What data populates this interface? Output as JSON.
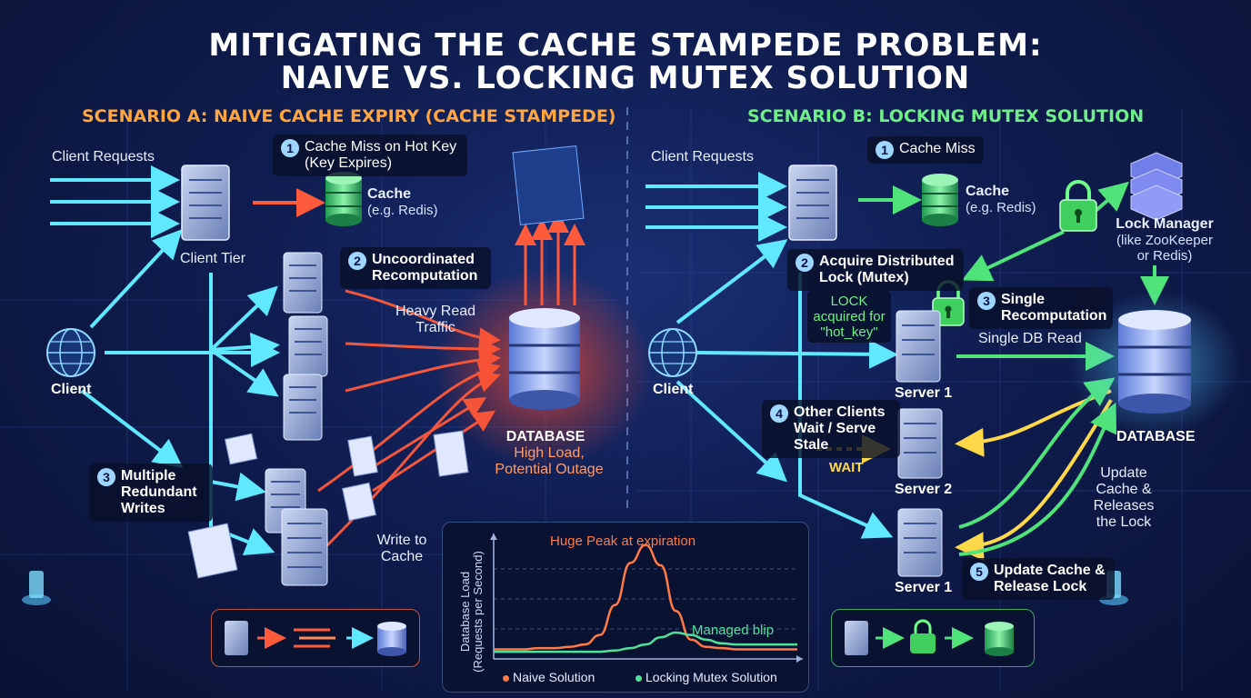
{
  "header": {
    "title_line1": "Mitigating the Cache Stampede Problem:",
    "title_line2": "Naive vs. Locking Mutex Solution"
  },
  "scenario_a": {
    "heading": "Scenario A: Naive Cache Expiry (Cache Stampede)",
    "client_requests": "Client Requests",
    "client_tier": "Client Tier",
    "client": "Client",
    "step1": {
      "num": "1",
      "text": "Cache Miss on Hot Key (Key Expires)"
    },
    "cache_title": "Cache",
    "cache_sub": "(e.g. Redis)",
    "step2": {
      "num": "2",
      "text": "Uncoordinated Recomputation"
    },
    "heavy_read": "Heavy Read Traffic",
    "database": "DATABASE",
    "db_note": "High Load, Potential Outage",
    "step3": {
      "num": "3",
      "text": "Multiple Redundant Writes"
    },
    "write_to_cache": "Write to Cache"
  },
  "scenario_b": {
    "heading": "Scenario B: Locking Mutex Solution",
    "client_requests": "Client Requests",
    "client": "Client",
    "step1": {
      "num": "1",
      "text": "Cache Miss"
    },
    "cache_title": "Cache",
    "cache_sub": "(e.g. Redis)",
    "lock_manager_title": "Lock Manager",
    "lock_manager_sub": "(like ZooKeeper or Redis)",
    "step2": {
      "num": "2",
      "text": "Acquire Distributed Lock (Mutex)"
    },
    "lock_note": "LOCK acquired for \"hot_key\"",
    "step3": {
      "num": "3",
      "text": "Single Recomputation"
    },
    "single_db_read": "Single DB Read",
    "server1": "Server 1",
    "server2": "Server 2",
    "server3": "Server 1",
    "step4": {
      "num": "4",
      "text": "Other Clients Wait / Serve Stale"
    },
    "wait": "WAIT",
    "update_note": "Update Cache & Releases the Lock",
    "step5": {
      "num": "5",
      "text": "Update Cache & Release Lock"
    },
    "database": "DATABASE"
  },
  "chart_data": {
    "type": "line",
    "ylabel": "Database Load (Requests per Second)",
    "annotations": [
      "Huge Peak at expiration",
      "Managed blip"
    ],
    "x": [
      0,
      1,
      2,
      3,
      4,
      5,
      6,
      7,
      8,
      9,
      10,
      11,
      12,
      13,
      14,
      15,
      16,
      17,
      18,
      19,
      20
    ],
    "series": [
      {
        "name": "Naive Solution",
        "color": "#ff7a45",
        "values": [
          8,
          8,
          8,
          9,
          9,
          10,
          12,
          20,
          45,
          80,
          95,
          78,
          40,
          16,
          10,
          9,
          8,
          8,
          8,
          8,
          8
        ]
      },
      {
        "name": "Locking Mutex Solution",
        "color": "#4fe39a",
        "values": [
          6,
          6,
          6,
          6,
          6,
          6,
          6,
          6,
          7,
          9,
          12,
          18,
          22,
          20,
          16,
          13,
          12,
          12,
          12,
          12,
          12
        ]
      }
    ],
    "ylim": [
      0,
      100
    ]
  },
  "colors": {
    "naive": "#ff7a45",
    "mutex": "#4fe39a",
    "cyan": "#5fe8ff",
    "wait": "#ffd84a",
    "heading_a": "#ffa640",
    "heading_b": "#6fef88"
  }
}
